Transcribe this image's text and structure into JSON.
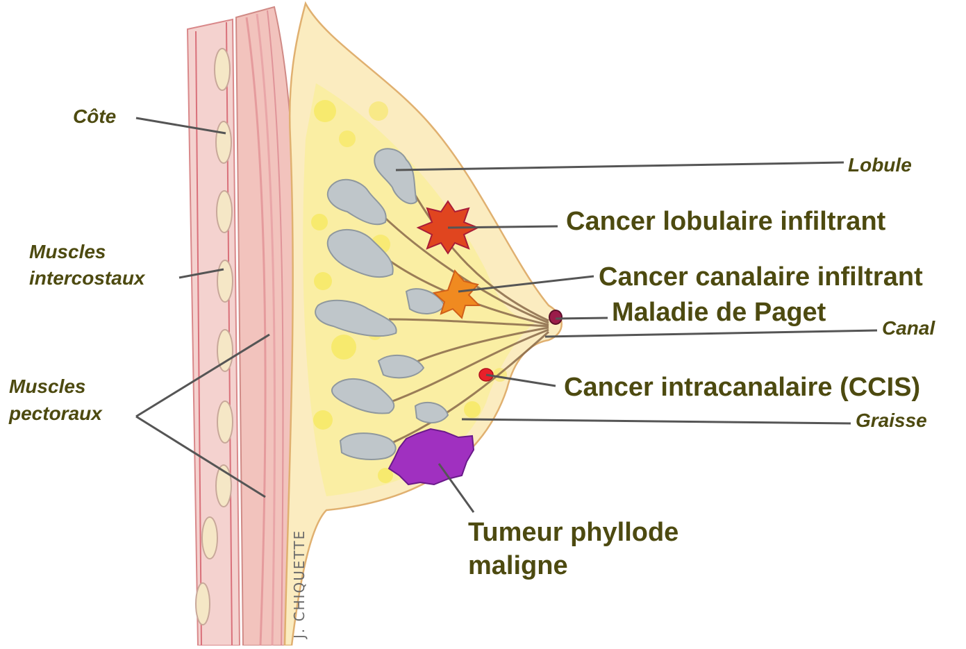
{
  "labels": {
    "cote": "Côte",
    "intercostaux_1": "Muscles",
    "intercostaux_2": "intercostaux",
    "pectoraux_1": "Muscles",
    "pectoraux_2": "pectoraux",
    "lobule": "Lobule",
    "lobulaire": "Cancer lobulaire infiltrant",
    "canalaire": "Cancer canalaire infiltrant",
    "paget": "Maladie de Paget",
    "canal": "Canal",
    "ccis": "Cancer intracanalaire (CCIS)",
    "graisse": "Graisse",
    "phyllode_1": "Tumeur phyllode",
    "phyllode_2": "maligne"
  },
  "signature": "J. CHIQUETTE",
  "colors": {
    "label_text": "#4d4a10",
    "leader_line": "#555555",
    "skin": "#fbecc0",
    "fat": "#f6e860",
    "lobule": "#bfc6ca",
    "duct": "#8a6a4a",
    "rib": "#f5e7c6",
    "chest_wall": "#f4d2cf",
    "muscle": "#e8a8a0",
    "tumor_lobular": "#e0451f",
    "tumor_ductal": "#f08a20",
    "paget": "#9b1c4a",
    "dcis": "#e8202a",
    "phyllodes": "#a030c0"
  }
}
